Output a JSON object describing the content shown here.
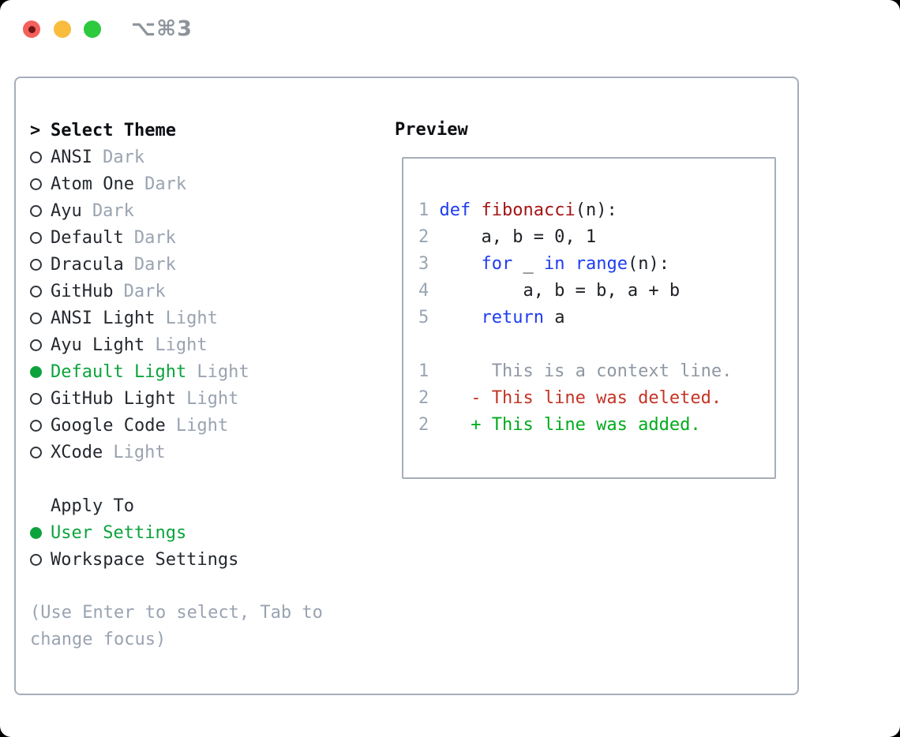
{
  "titlebar": {
    "shortcut": "⌥⌘3",
    "buttons": [
      "close",
      "minimize",
      "zoom"
    ]
  },
  "theme_selector": {
    "cursor": ">",
    "title": "Select Theme",
    "items": [
      {
        "name": "ANSI",
        "variant": "Dark",
        "selected": false
      },
      {
        "name": "Atom One",
        "variant": "Dark",
        "selected": false
      },
      {
        "name": "Ayu",
        "variant": "Dark",
        "selected": false
      },
      {
        "name": "Default",
        "variant": "Dark",
        "selected": false
      },
      {
        "name": "Dracula",
        "variant": "Dark",
        "selected": false
      },
      {
        "name": "GitHub",
        "variant": "Dark",
        "selected": false
      },
      {
        "name": "ANSI Light",
        "variant": "Light",
        "selected": false
      },
      {
        "name": "Ayu Light",
        "variant": "Light",
        "selected": false
      },
      {
        "name": "Default Light",
        "variant": "Light",
        "selected": true
      },
      {
        "name": "GitHub Light",
        "variant": "Light",
        "selected": false
      },
      {
        "name": "Google Code",
        "variant": "Light",
        "selected": false
      },
      {
        "name": "XCode",
        "variant": "Light",
        "selected": false
      }
    ]
  },
  "apply_to": {
    "title": "Apply To",
    "options": [
      {
        "label": "User Settings",
        "selected": true
      },
      {
        "label": "Workspace Settings",
        "selected": false
      }
    ]
  },
  "hint": "(Use Enter to select, Tab to change focus)",
  "preview": {
    "title": "Preview",
    "lines": [
      {
        "num": "1",
        "tokens": [
          {
            "t": "def",
            "c": "keyword"
          },
          {
            "t": " ",
            "c": "plain"
          },
          {
            "t": "fibonacci",
            "c": "function"
          },
          {
            "t": "(n):",
            "c": "plain"
          }
        ]
      },
      {
        "num": "2",
        "tokens": [
          {
            "t": "    a, b = 0, 1",
            "c": "plain"
          }
        ]
      },
      {
        "num": "3",
        "tokens": [
          {
            "t": "    ",
            "c": "plain"
          },
          {
            "t": "for",
            "c": "keyword"
          },
          {
            "t": " _ ",
            "c": "plain"
          },
          {
            "t": "in",
            "c": "keyword"
          },
          {
            "t": " ",
            "c": "plain"
          },
          {
            "t": "range",
            "c": "keyword"
          },
          {
            "t": "(n):",
            "c": "plain"
          }
        ]
      },
      {
        "num": "4",
        "tokens": [
          {
            "t": "        a, b = b, a + b",
            "c": "plain"
          }
        ]
      },
      {
        "num": "5",
        "tokens": [
          {
            "t": "    ",
            "c": "plain"
          },
          {
            "t": "return",
            "c": "keyword"
          },
          {
            "t": " a",
            "c": "plain"
          }
        ]
      },
      {
        "num": "",
        "tokens": []
      },
      {
        "num": "1",
        "tokens": [
          {
            "t": "     This is a context line.",
            "c": "context"
          }
        ]
      },
      {
        "num": "2",
        "tokens": [
          {
            "t": "   - This line was deleted.",
            "c": "deleted"
          }
        ]
      },
      {
        "num": "2",
        "tokens": [
          {
            "t": "   + This line was added.",
            "c": "added"
          }
        ]
      }
    ]
  },
  "colors": {
    "selection_green": "#0ca33c",
    "keyword_blue": "#1e3cf0",
    "function_red": "#a31515",
    "deleted_red": "#c43425",
    "added_green": "#00ab1d",
    "muted_gray": "#9aa3b1",
    "panel_border": "#a6aeb9",
    "traffic_red": "#f4605c",
    "traffic_yellow": "#f9bc3d",
    "traffic_green": "#2dc93f"
  }
}
